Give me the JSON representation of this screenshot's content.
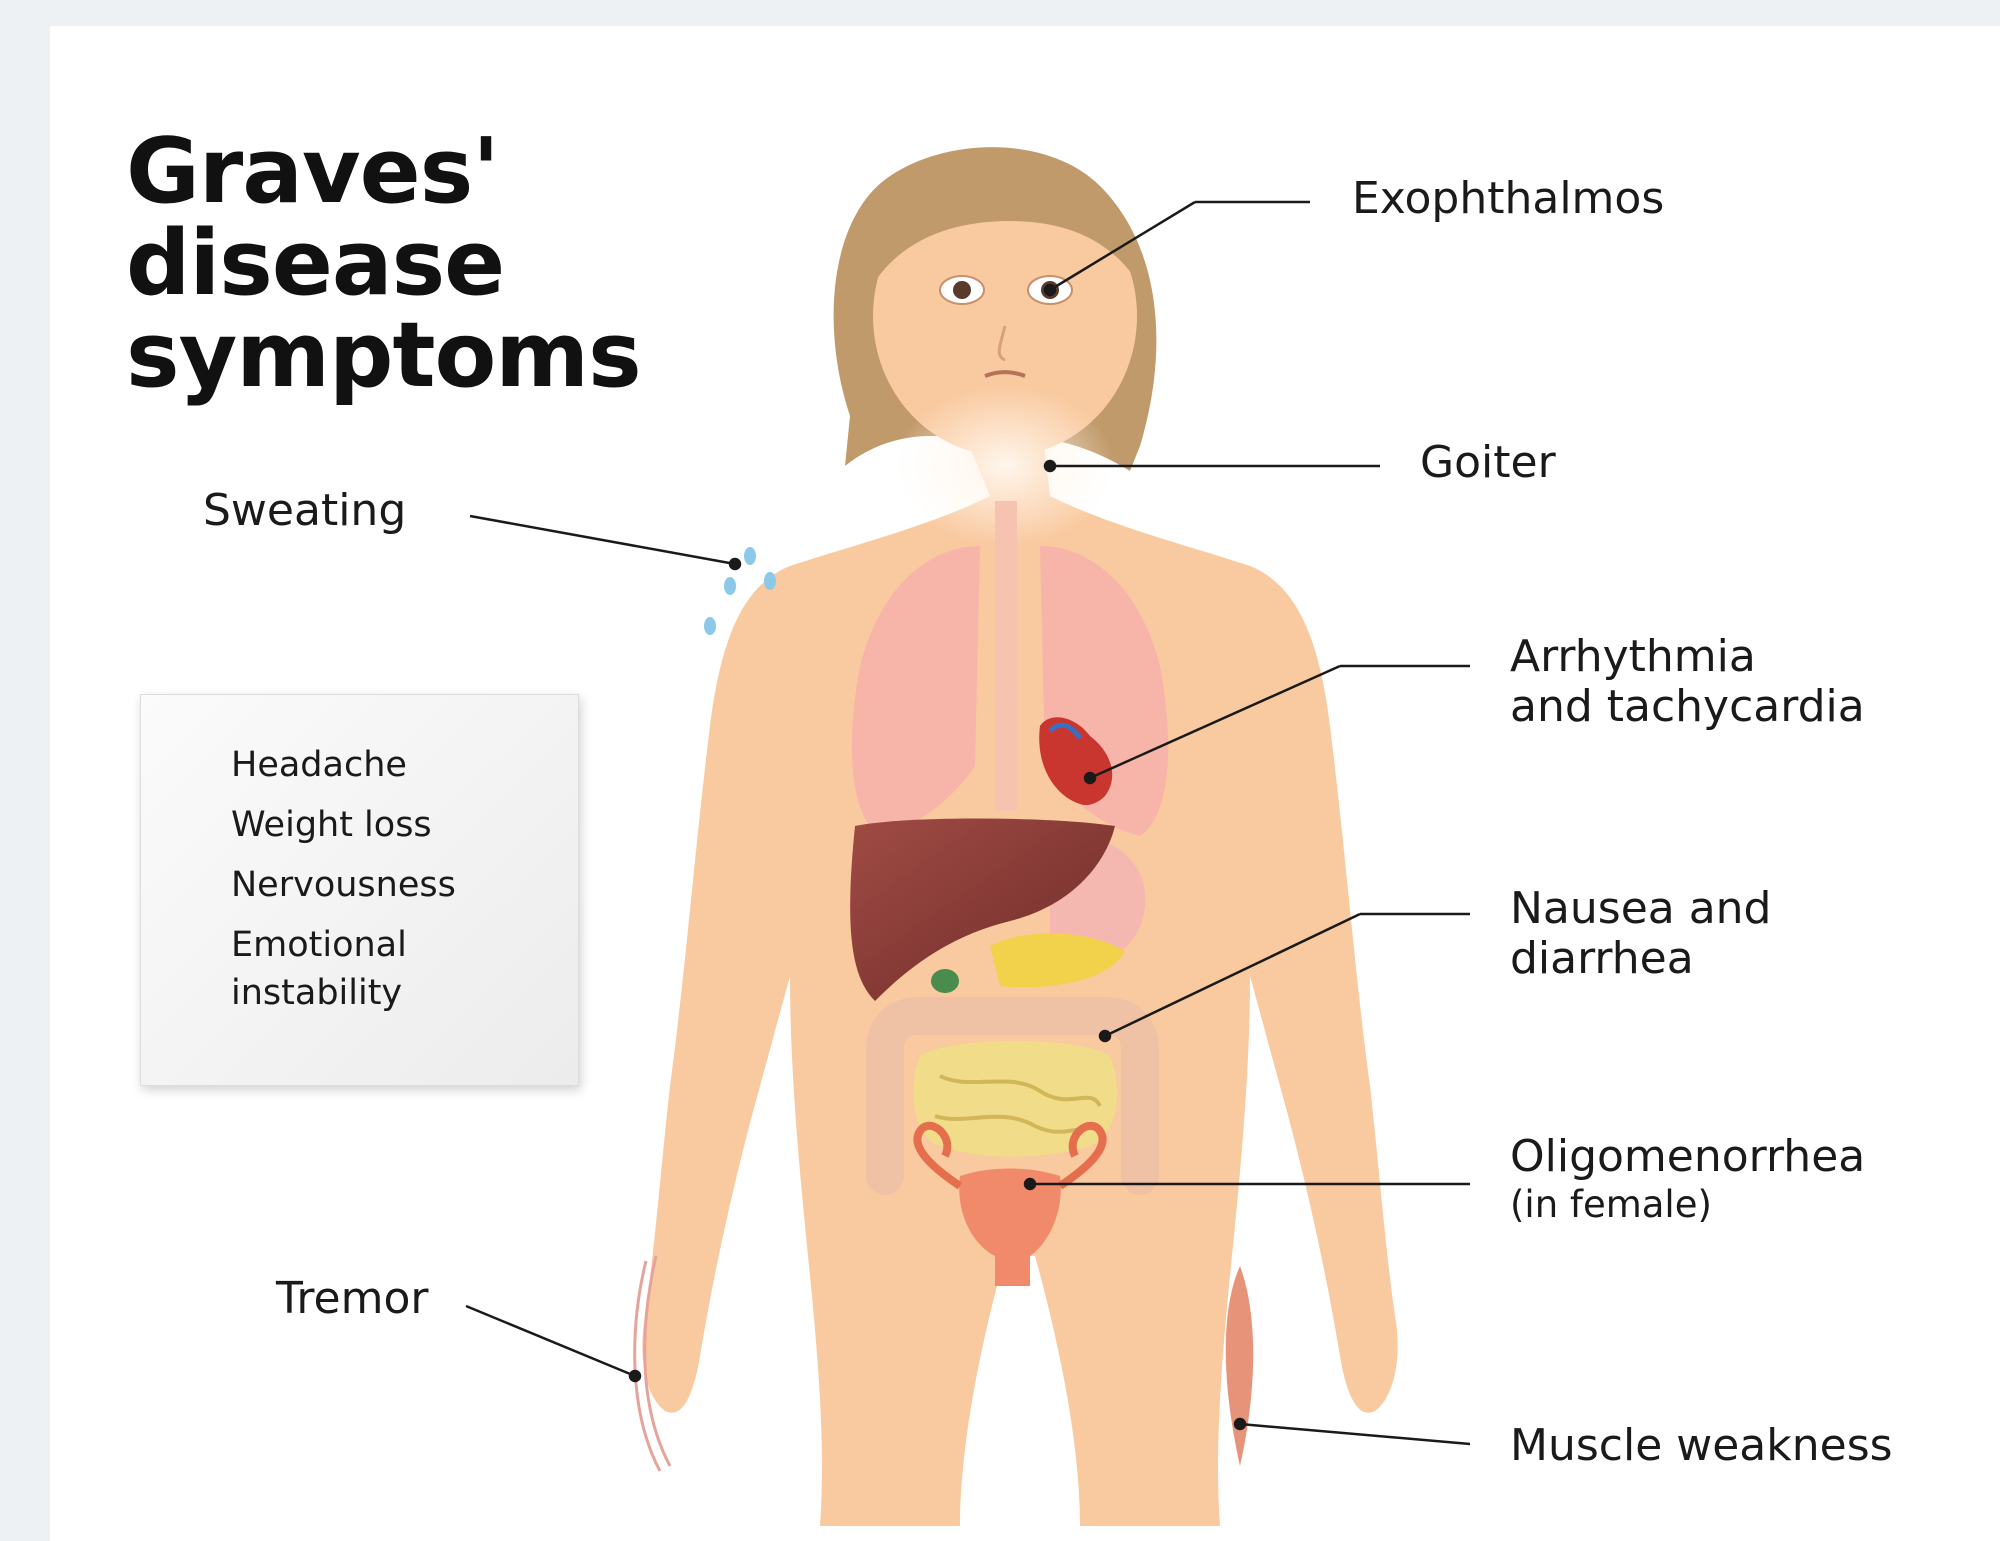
{
  "title": {
    "line1": "Graves'",
    "line2": "disease",
    "line3": "symptoms"
  },
  "symptoms": {
    "exophthalmos": "Exophthalmos",
    "goiter": "Goiter",
    "sweating": "Sweating",
    "arrhythmia": {
      "line1": "Arrhythmia",
      "line2": "and tachycardia"
    },
    "nausea": {
      "line1": "Nausea and",
      "line2": "diarrhea"
    },
    "oligomenorrhea": {
      "line1": "Oligomenorrhea",
      "line2": "(in female)"
    },
    "tremor": "Tremor",
    "muscle_weakness": "Muscle weakness"
  },
  "general_symptoms": [
    "Headache",
    "Weight loss",
    "Nervousness",
    "Emotional instability"
  ],
  "colors": {
    "skin": "#f9caa0",
    "hair": "#c19a6b",
    "thyroid": "#b2324b",
    "lungs": "#f7b2ac",
    "liver": "#8b3a36",
    "intestine": "#f0c2a5",
    "uterus": "#f08a6a",
    "leader_line": "#1a1a1a"
  }
}
